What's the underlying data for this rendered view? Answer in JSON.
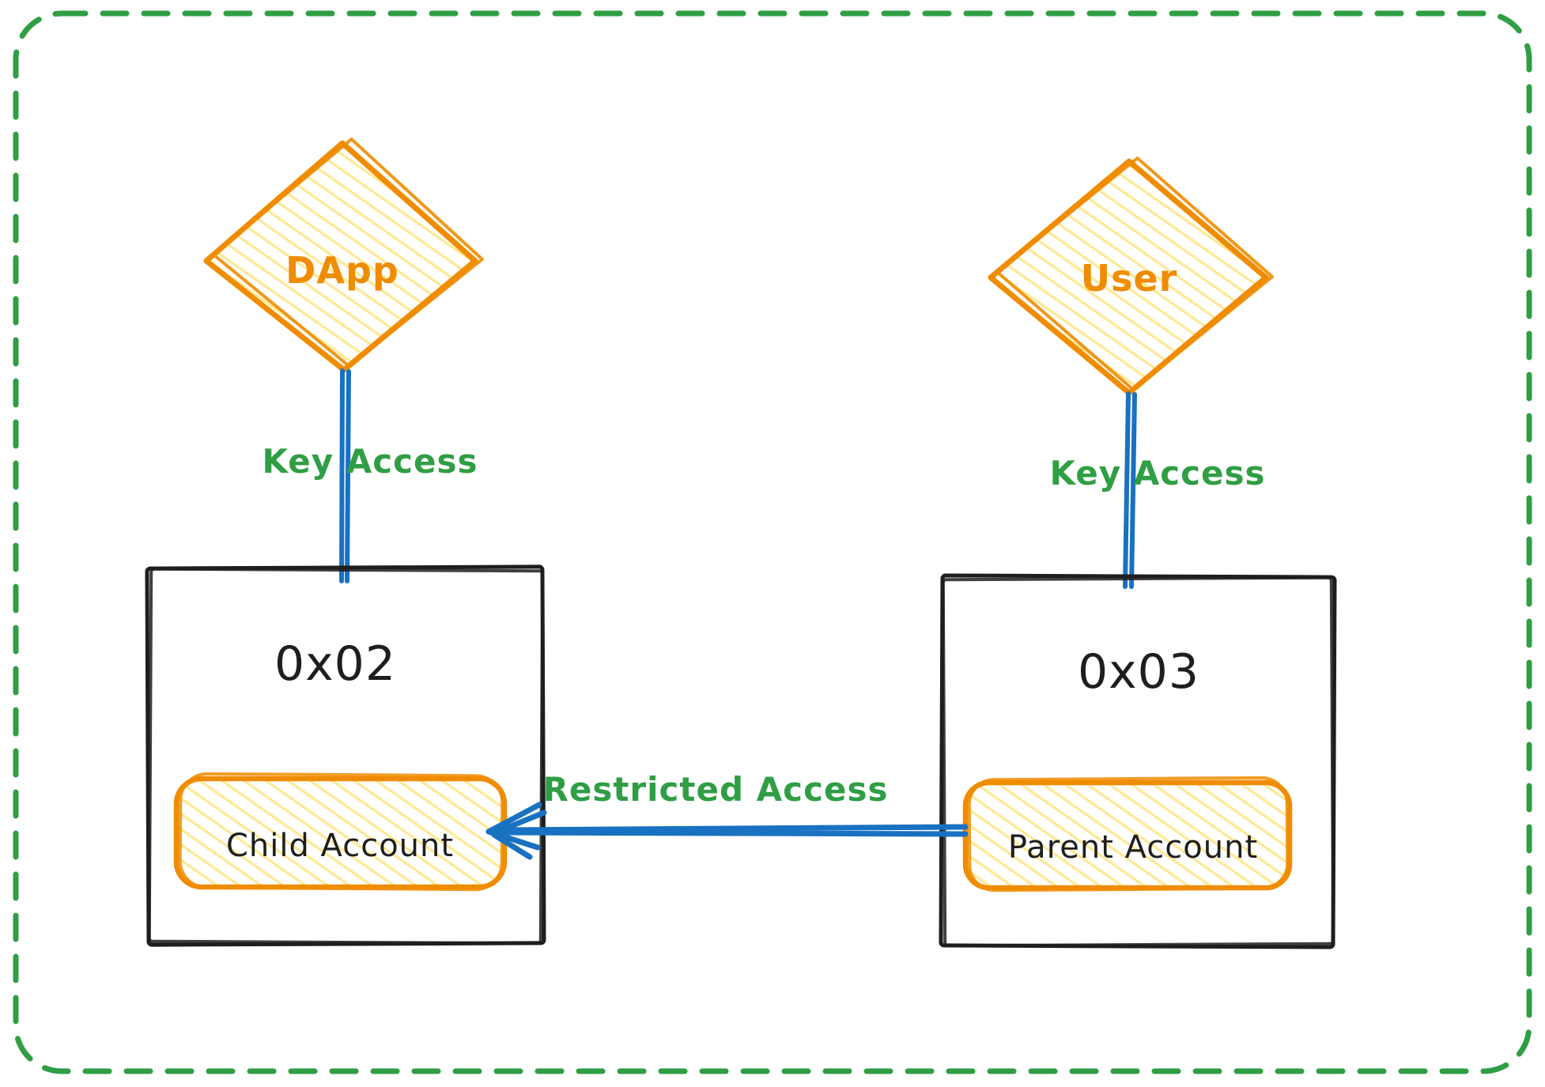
{
  "colors": {
    "orange": "#f08c00",
    "hatch": "#ffd43b",
    "blue": "#1971c2",
    "green": "#2f9e44",
    "ink": "#1e1e1e",
    "background": "#ffffff"
  },
  "nodes": {
    "dapp": {
      "label": "DApp"
    },
    "user": {
      "label": "User"
    },
    "account_0x02": {
      "title": "0x02",
      "inner": {
        "label": "Child Account"
      }
    },
    "account_0x03": {
      "title": "0x03",
      "inner": {
        "label": "Parent Account"
      }
    }
  },
  "edges": {
    "dapp_to_0x02": {
      "label": "Key Access"
    },
    "user_to_0x03": {
      "label": "Key Access"
    },
    "parent_to_child": {
      "label": "Restricted Access"
    }
  }
}
